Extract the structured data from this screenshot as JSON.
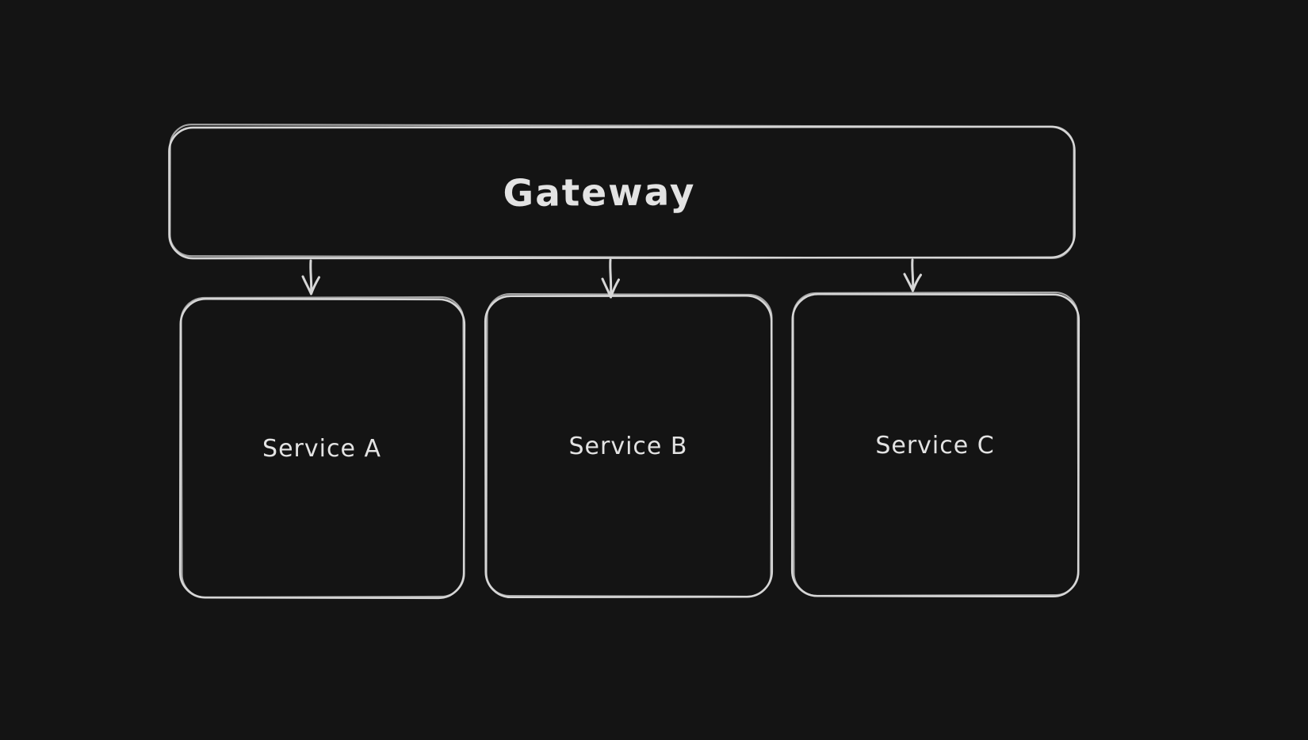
{
  "canvas": {
    "background_color": "#141414",
    "stroke_color": "#d6d6d6",
    "text_color": "#e3e3e3"
  },
  "diagram": {
    "type": "flowchart",
    "gateway": {
      "label": "Gateway"
    },
    "services": [
      {
        "label": "Service A"
      },
      {
        "label": "Service B"
      },
      {
        "label": "Service C"
      }
    ],
    "connections": [
      {
        "from": "Gateway",
        "to": "Service A",
        "style": "arrow-down"
      },
      {
        "from": "Gateway",
        "to": "Service B",
        "style": "arrow-down"
      },
      {
        "from": "Gateway",
        "to": "Service C",
        "style": "arrow-down"
      }
    ]
  }
}
